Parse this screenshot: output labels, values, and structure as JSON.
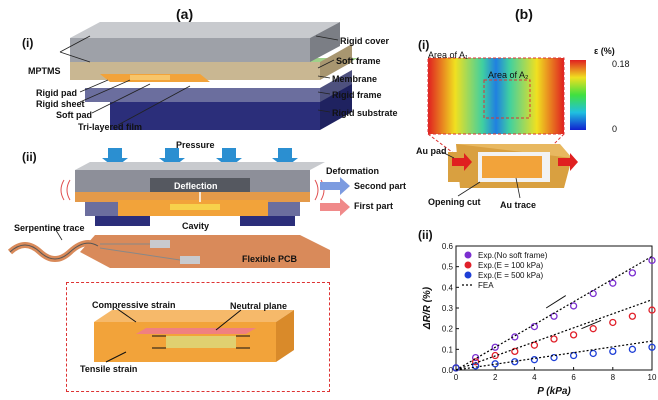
{
  "panels": {
    "a": "(a)",
    "b": "(b)",
    "a_i": "(i)",
    "a_ii": "(ii)",
    "b_i": "(i)",
    "b_ii": "(ii)"
  },
  "diagram_i_labels": {
    "mptms": "MPTMS",
    "rigid_cover": "Rigid cover",
    "soft_frame": "Soft frame",
    "membrane": "Membrane",
    "rigid_frame": "Rigid frame",
    "rigid_substrate": "Rigid substrate",
    "rigid_pad": "Rigid pad",
    "rigid_sheet": "Rigid sheet",
    "soft_pad": "Soft pad",
    "tri_layered_film": "Tri-layered film"
  },
  "diagram_ii_labels": {
    "pressure": "Pressure",
    "deformation": "Deformation",
    "deflection": "Deflection",
    "second_part": "Second part",
    "first_part": "First part",
    "cavity": "Cavity",
    "serpentine_trace": "Serpentine trace",
    "flexible_pcb": "Flexible PCB",
    "compressive_strain": "Compressive strain",
    "neutral_plane": "Neutral plane",
    "tensile_strain": "Tensile strain"
  },
  "strain_map": {
    "area_a1": "Area of A₁",
    "area_a2": "Area of A₂",
    "colorbar_title": "ε (%)",
    "colorbar_max": "0.18",
    "colorbar_min": "0",
    "au_pad": "Au pad",
    "opening_cut": "Opening cut",
    "au_trace": "Au trace"
  },
  "colors": {
    "purple": "#7b2fd0",
    "red": "#e0202a",
    "blue": "#1e3fd6",
    "orange": "#f2a33a",
    "steel": "#8d8f99"
  },
  "chart_data": {
    "type": "scatter",
    "xlabel": "P (kPa)",
    "ylabel": "ΔR/R (%)",
    "xlim": [
      0,
      10
    ],
    "ylim": [
      0,
      0.6
    ],
    "xticks": [
      "0",
      "2",
      "4",
      "6",
      "8",
      "10"
    ],
    "yticks": [
      "0.0",
      "0.1",
      "0.2",
      "0.3",
      "0.4",
      "0.5",
      "0.6"
    ],
    "legend_placement": "top-left",
    "series": [
      {
        "name": "Exp.(No soft frame)",
        "color": "#7b2fd0",
        "x": [
          0,
          1,
          2,
          3,
          4,
          5,
          6,
          7,
          8,
          9,
          10
        ],
        "y": [
          0.01,
          0.06,
          0.11,
          0.16,
          0.21,
          0.26,
          0.31,
          0.37,
          0.42,
          0.47,
          0.53
        ]
      },
      {
        "name": "Exp.(E = 100 kPa)",
        "color": "#e0202a",
        "x": [
          0,
          1,
          2,
          3,
          4,
          5,
          6,
          7,
          8,
          9,
          10
        ],
        "y": [
          0.01,
          0.04,
          0.07,
          0.09,
          0.12,
          0.15,
          0.17,
          0.2,
          0.23,
          0.26,
          0.29
        ]
      },
      {
        "name": "Exp.(E = 500 kPa)",
        "color": "#1e3fd6",
        "x": [
          0,
          1,
          2,
          3,
          4,
          5,
          6,
          7,
          8,
          9,
          10
        ],
        "y": [
          0.01,
          0.02,
          0.03,
          0.04,
          0.05,
          0.06,
          0.07,
          0.08,
          0.09,
          0.1,
          0.11
        ]
      },
      {
        "name": "FEA",
        "color": "#000000",
        "style": "dotted",
        "x": [
          0,
          10
        ],
        "y": [
          0,
          0.55
        ]
      },
      {
        "style": "dotted",
        "color": "#000000",
        "x": [
          0,
          10
        ],
        "y": [
          0,
          0.34
        ]
      },
      {
        "style": "dotted",
        "color": "#000000",
        "x": [
          0,
          10
        ],
        "y": [
          0,
          0.14
        ]
      }
    ]
  }
}
